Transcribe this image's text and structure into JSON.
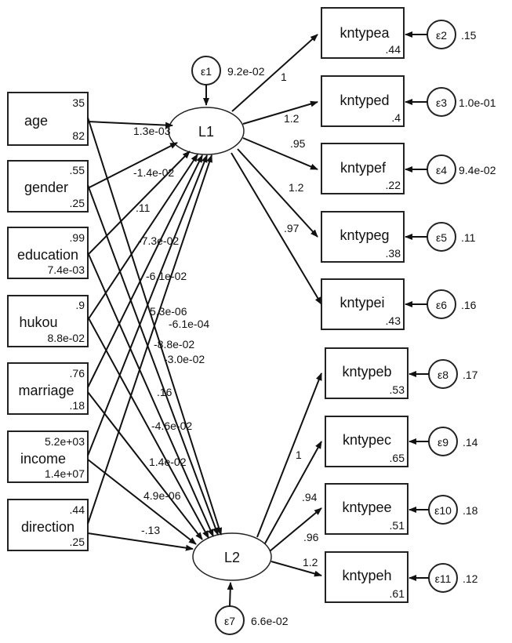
{
  "observed_left": [
    {
      "name": "age",
      "mean": "35",
      "var": "82"
    },
    {
      "name": "gender",
      "mean": ".55",
      "var": ".25"
    },
    {
      "name": "education",
      "mean": ".99",
      "var": "7.4e-03"
    },
    {
      "name": "hukou",
      "mean": ".9",
      "var": "8.8e-02"
    },
    {
      "name": "marriage",
      "mean": ".76",
      "var": ".18"
    },
    {
      "name": "income",
      "mean": "5.2e+03",
      "var": "1.4e+07"
    },
    {
      "name": "direction",
      "mean": ".44",
      "var": ".25"
    }
  ],
  "latent": [
    {
      "name": "L1",
      "error": "ε1",
      "error_var": "9.2e-02"
    },
    {
      "name": "L2",
      "error": "ε7",
      "error_var": "6.6e-02"
    }
  ],
  "indicators_L1": [
    {
      "name": "kntypea",
      "intercept": ".44",
      "loading": "1",
      "error": "ε2",
      "error_var": ".15"
    },
    {
      "name": "kntyped",
      "intercept": ".4",
      "loading": "1.2",
      "error": "ε3",
      "error_var": "1.0e-01"
    },
    {
      "name": "kntypef",
      "intercept": ".22",
      "loading": ".95",
      "error": "ε4",
      "error_var": "9.4e-02"
    },
    {
      "name": "kntypeg",
      "intercept": ".38",
      "loading": "1.2",
      "error": "ε5",
      "error_var": ".11"
    },
    {
      "name": "kntypei",
      "intercept": ".43",
      "loading": ".97",
      "error": "ε6",
      "error_var": ".16"
    }
  ],
  "indicators_L2": [
    {
      "name": "kntypeb",
      "intercept": ".53",
      "loading": "1",
      "error": "ε8",
      "error_var": ".17"
    },
    {
      "name": "kntypec",
      "intercept": ".65",
      "loading": ".94",
      "error": "ε9",
      "error_var": ".14"
    },
    {
      "name": "kntypee",
      "intercept": ".51",
      "loading": ".96",
      "error": "ε10",
      "error_var": ".18"
    },
    {
      "name": "kntypeh",
      "intercept": ".61",
      "loading": "1.2",
      "error": "ε11",
      "error_var": ".12"
    }
  ],
  "coef_L1": [
    "1.3e-03",
    "-1.4e-02",
    ".11",
    "-7.3e-02",
    "-6.1e-02",
    "5.3e-06",
    "-6.1e-04"
  ],
  "coef_L2": [
    "-8.8e-02",
    "-3.0e-02",
    ".16",
    "-4.6e-02",
    "1.4e-02",
    "4.9e-06",
    "-.13"
  ]
}
